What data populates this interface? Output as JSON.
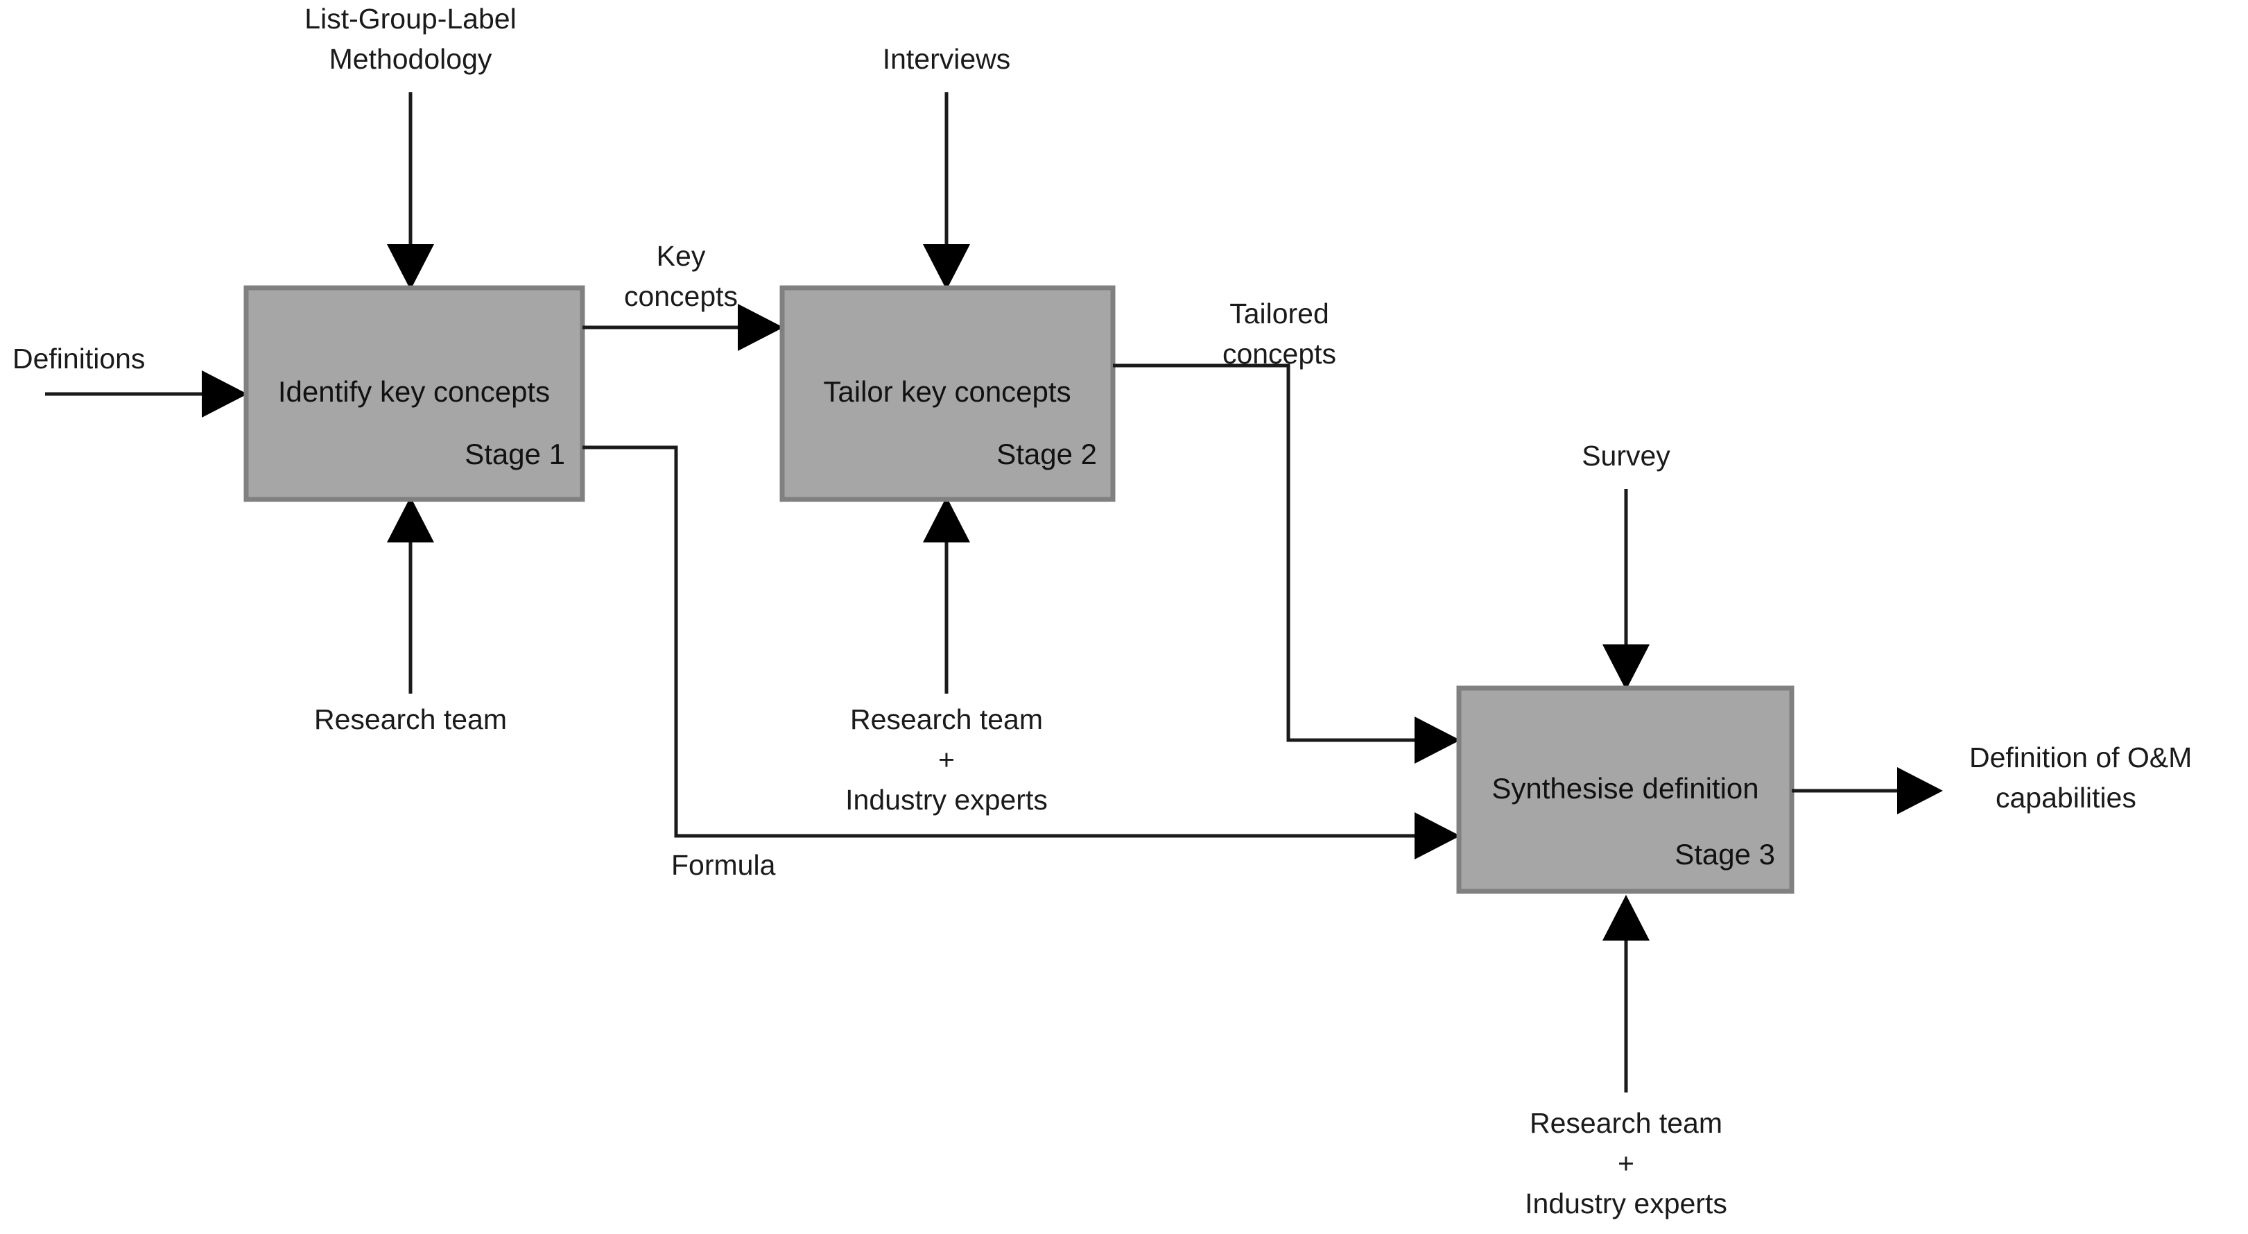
{
  "diagram": {
    "type": "IDEF0 process flow diagram",
    "background_color": "#FFFFFF",
    "box_fill_color": "#A6A6A6",
    "box_border_color": "#808080",
    "line_color": "#1A1A1A"
  },
  "stages": [
    {
      "id": "stage-1",
      "title": "Identify key concepts",
      "stage_label": "Stage 1",
      "control_label": "List-Group-Label\nMethodology",
      "control_line1": "List-Group-Label",
      "control_line2": "Methodology",
      "input_label": "Definitions",
      "mechanism_label": "Research team",
      "output_labels": [
        "Key concepts",
        "Formula"
      ]
    },
    {
      "id": "stage-2",
      "title": "Tailor key concepts",
      "stage_label": "Stage 2",
      "control_label": "Interviews",
      "input_label": "Key concepts",
      "input_line1": "Key",
      "input_line2": "concepts",
      "mechanism_line1": "Research team",
      "mechanism_plus": "+",
      "mechanism_line2": "Industry experts",
      "output_labels": [
        "Tailored concepts"
      ]
    },
    {
      "id": "stage-3",
      "title": "Synthesise definition",
      "stage_label": "Stage 3",
      "control_label": "Survey",
      "input_labels": [
        "Tailored concepts",
        "Formula"
      ],
      "mechanism_line1": "Research team",
      "mechanism_plus": "+",
      "mechanism_line2": "Industry experts",
      "output_line1": "Definition of O&M",
      "output_line2": "capabilities"
    }
  ],
  "labels": {
    "list_group_label_line1": "List-Group-Label",
    "list_group_label_line2": "Methodology",
    "interviews": "Interviews",
    "survey": "Survey",
    "definitions": "Definitions",
    "key_concepts_line1": "Key",
    "key_concepts_line2": "concepts",
    "tailored_concepts_line1": "Tailored",
    "tailored_concepts_line2": "concepts",
    "formula": "Formula",
    "research_team": "Research team",
    "plus": "+",
    "industry_experts": "Industry experts",
    "output_line1": "Definition of O&M",
    "output_line2": "capabilities",
    "stage1_title": "Identify key concepts",
    "stage1_label": "Stage 1",
    "stage2_title": "Tailor key concepts",
    "stage2_label": "Stage 2",
    "stage3_title": "Synthesise definition",
    "stage3_label": "Stage 3"
  }
}
